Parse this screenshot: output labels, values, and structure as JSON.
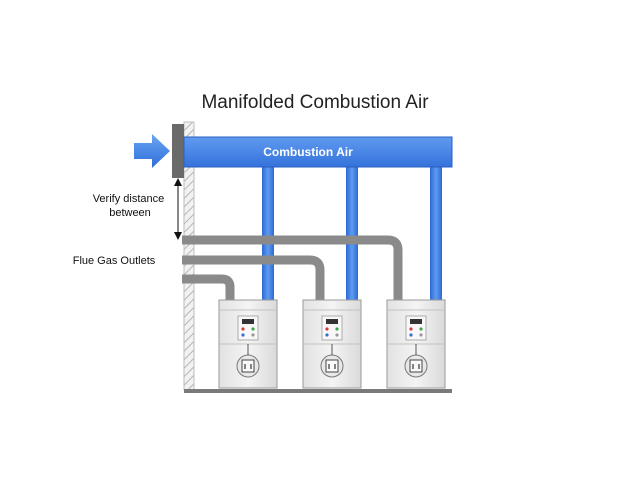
{
  "diagram": {
    "title": "Manifolded Combustion Air",
    "header_label": "Combustion Air",
    "distance_label": [
      "Verify distance",
      "between"
    ],
    "flue_label": "Flue Gas Outlets",
    "heater_count": 3
  },
  "colors": {
    "air_blue": "#3d7fe0",
    "air_blue_light": "#5f9bf0",
    "flue_gray": "#8a8a8a",
    "wall_gray": "#cfcfcf",
    "heater_body": "#ececec",
    "floor": "#7a7a7a"
  }
}
